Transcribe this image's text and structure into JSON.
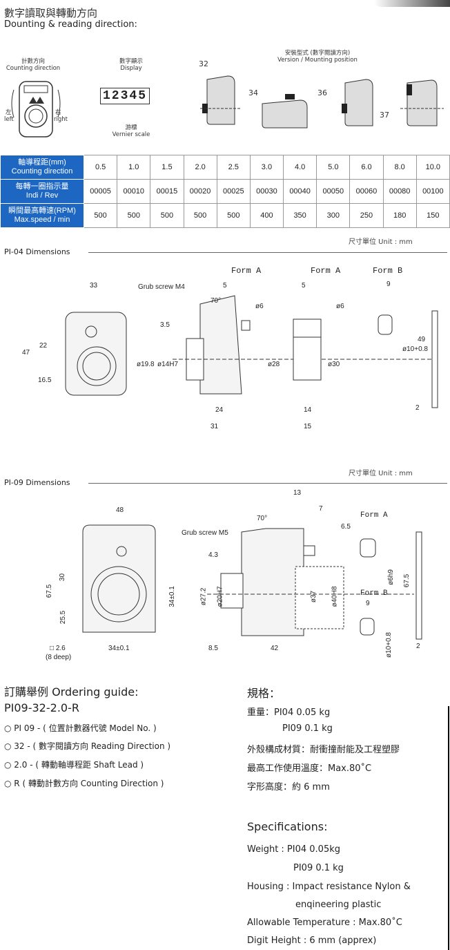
{
  "header": {
    "title_zh": "數字讀取與轉動方向",
    "title_en": "Dounting & reading direction:"
  },
  "icons": {
    "counting": {
      "zh": "計數方向",
      "en": "Counting direction",
      "left_zh": "左",
      "left_en": "left",
      "right_zh": "右",
      "right_en": "right"
    },
    "display": {
      "zh": "數字顯示",
      "en": "Display",
      "digits": "12345",
      "vernier_zh": "游標",
      "vernier_en": "Vernier scale"
    },
    "mount": {
      "zh": "安裝型式 (數字閱讀方向)",
      "en": "Version / Mounting position",
      "labels": [
        "32",
        "34",
        "36",
        "37"
      ]
    }
  },
  "table": {
    "rows": [
      {
        "zh": "軸導程距(mm)",
        "en": "Counting direction",
        "values": [
          "0.5",
          "1.0",
          "1.5",
          "2.0",
          "2.5",
          "3.0",
          "4.0",
          "5.0",
          "6.0",
          "8.0",
          "10.0"
        ]
      },
      {
        "zh": "每轉一圈指示量",
        "en": "Indi / Rev",
        "values": [
          "00005",
          "00010",
          "00015",
          "00020",
          "00025",
          "00030",
          "00040",
          "00050",
          "00060",
          "00080",
          "00100"
        ]
      },
      {
        "zh": "瞬間最高轉速(RPM)",
        "en": "Max.speed / min",
        "values": [
          "500",
          "500",
          "500",
          "500",
          "500",
          "400",
          "350",
          "300",
          "250",
          "180",
          "150"
        ]
      }
    ],
    "unit": "尺寸單位 Unit : mm"
  },
  "pi04": {
    "title": "PI-04   Dimensions",
    "unit": "尺寸單位 Unit : mm",
    "dims": [
      "33",
      "47",
      "22",
      "16.5",
      "Grub screw M4",
      "3.5",
      "70°",
      "5",
      "ø6",
      "ø19.8",
      "ø14H7",
      "24",
      "31",
      "Form A",
      "5",
      "ø6",
      "ø28",
      "ø30",
      "14",
      "15",
      "Form A",
      "Form B",
      "9",
      "ø10+0.8",
      "49",
      "2"
    ]
  },
  "pi09": {
    "title": "PI-09   Dimensions",
    "dims": [
      "48",
      "67.5",
      "30",
      "25.5",
      "34±0.1",
      "34±0.1",
      "□ 2.6",
      "(8 deep)",
      "Grub screw M5",
      "4.3",
      "70°",
      "13",
      "7",
      "ø27.2",
      "ø20H7",
      "ø37",
      "ø40H8",
      "8.5",
      "42",
      "Form A",
      "6.5",
      "ø6h9",
      "67.5",
      "Form B",
      "9",
      "ø10+0.8",
      "2"
    ]
  },
  "ordering": {
    "title": "訂購舉例  Ordering guide:",
    "code": "PI09-32-2.0-R",
    "items": [
      "PI 09 - ( 位置計數器代號 Model No. )",
      "32 - ( 數字閱讀方向 Reading Direction )",
      "2.0 - ( 轉動軸導程距 Shaft Lead )",
      "R ( 轉動計數方向 Counting Direction )"
    ]
  },
  "spec_zh": {
    "title": "規格：",
    "lines": [
      "重量：PI04  0.05 kg",
      "PI09  0.1  kg",
      "外殼構成材質：耐衝撞耐能及工程塑膠",
      "最高工作使用溫度：Max.80˚C",
      "字形高度：約  6 mm"
    ]
  },
  "spec_en": {
    "title": "Specifications:",
    "lines": [
      "Weight : PI04   0.05kg",
      "PI09   0.1 kg",
      "Housing : Impact resistance Nylon &",
      "enqineering plastic",
      "Allowable Temperature : Max.80˚C",
      "Digit Height : 6 mm (apprex)"
    ]
  }
}
